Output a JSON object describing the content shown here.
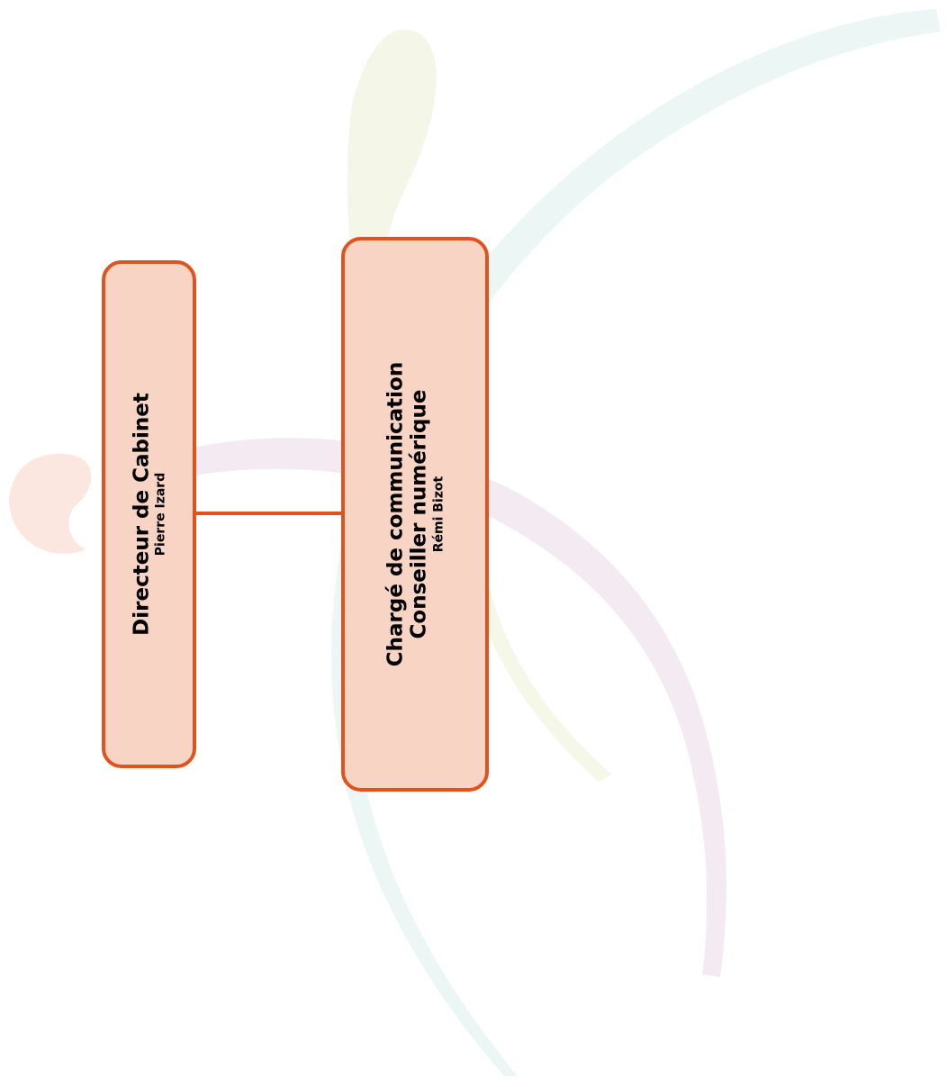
{
  "nodes": {
    "director": {
      "title": "Directeur de Cabinet",
      "name": "Pierre Izard"
    },
    "communication": {
      "title_line1": "Chargé de communication",
      "title_line2": "Conseiller numérique",
      "name": "Rémi Bizot"
    }
  },
  "colors": {
    "box_fill": "#f8d4c4",
    "box_border": "#e0531f",
    "connector": "#e0531f",
    "text": "#000000"
  }
}
